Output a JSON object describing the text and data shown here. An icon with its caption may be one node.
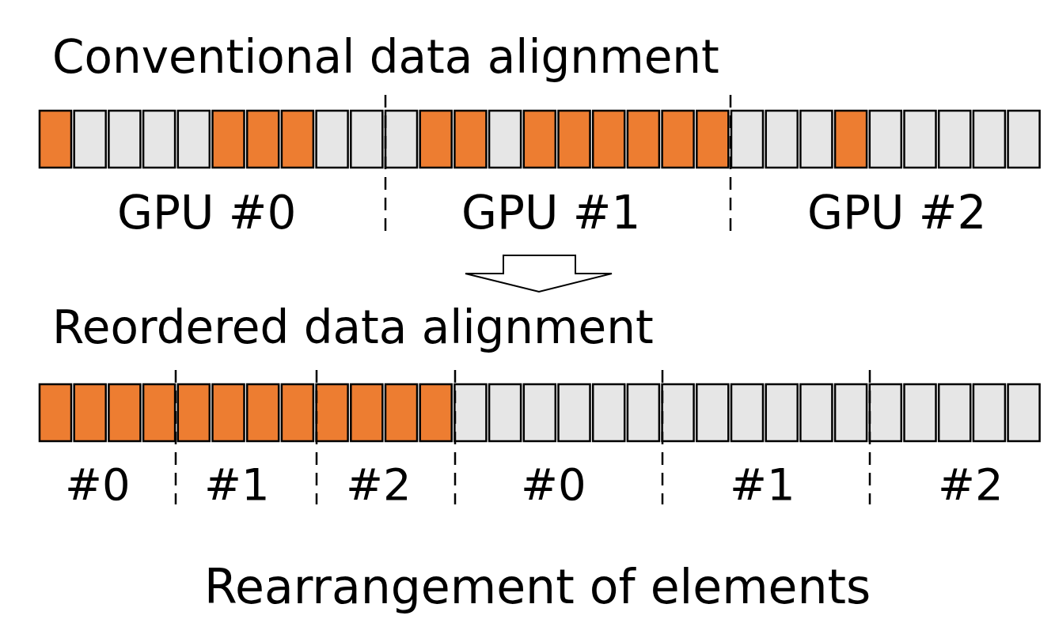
{
  "diagram": {
    "caption": "Rearrangement of elements",
    "labels": [
      "Conventional data alignment",
      "GPU #0",
      "GPU #1",
      "GPU #2",
      "Reordered data alignment",
      "#0",
      "#1",
      "#2",
      "#0",
      "#1",
      "#2"
    ]
  }
}
